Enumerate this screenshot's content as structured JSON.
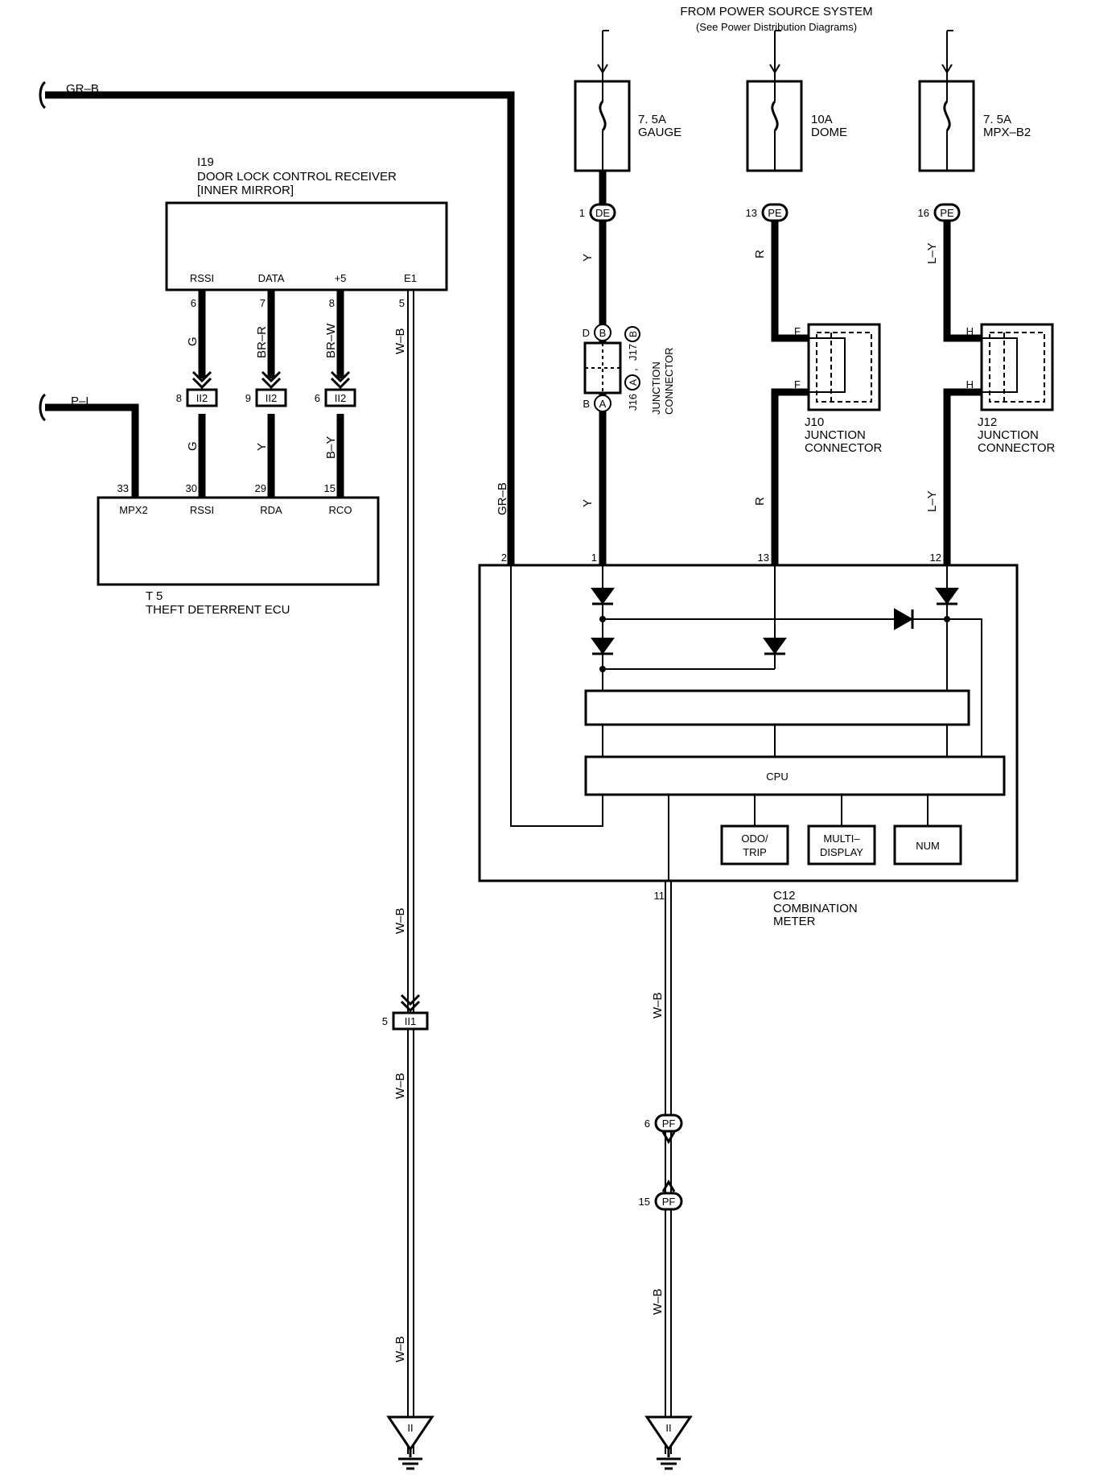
{
  "header": {
    "line1": "FROM POWER SOURCE SYSTEM",
    "line2": "(See Power Distribution Diagrams)"
  },
  "fuses": [
    {
      "amp": "7. 5A",
      "name": "GAUGE"
    },
    {
      "amp": "10A",
      "name": "DOME"
    },
    {
      "amp": "7. 5A",
      "name": "MPX–B2"
    }
  ],
  "fuse_connectors": [
    {
      "pin": "1",
      "code": "DE"
    },
    {
      "pin": "13",
      "code": "PE"
    },
    {
      "pin": "16",
      "code": "PE"
    }
  ],
  "wires": {
    "grb": "GR–B",
    "pl": "P–L",
    "y": "Y",
    "r": "R",
    "ly": "L–Y",
    "g": "G",
    "brr": "BR–R",
    "brw": "BR–W",
    "by": "B–Y",
    "wb": "W–B"
  },
  "receiver": {
    "code": "I19",
    "name": "DOOR LOCK CONTROL RECEIVER",
    "sub": "[INNER MIRROR]",
    "terminals": [
      {
        "name": "RSSI",
        "pin": "6"
      },
      {
        "name": "DATA",
        "pin": "7"
      },
      {
        "name": "+5",
        "pin": "8"
      },
      {
        "name": "E1",
        "pin": "5"
      }
    ]
  },
  "ii2_connectors": [
    {
      "pin": "8",
      "code": "II2"
    },
    {
      "pin": "9",
      "code": "II2"
    },
    {
      "pin": "6",
      "code": "II2"
    }
  ],
  "ecu": {
    "code": "T 5",
    "name": "THEFT DETERRENT ECU",
    "terminals": [
      {
        "name": "MPX2",
        "pin": "33"
      },
      {
        "name": "RSSI",
        "pin": "30"
      },
      {
        "name": "RDA",
        "pin": "29"
      },
      {
        "name": "RCO",
        "pin": "15"
      }
    ]
  },
  "j16j17": {
    "top_pin": "D",
    "top_letter": "B",
    "bottom_pin": "B",
    "bottom_letter": "A",
    "code_a": "J16",
    "code_b": "J17",
    "sep": ",",
    "line1": "JUNCTION",
    "line2": "CONNECTOR"
  },
  "j10": {
    "code": "J10",
    "line1": "JUNCTION",
    "line2": "CONNECTOR",
    "pin_top": "F",
    "pin_bottom": "F"
  },
  "j12": {
    "code": "J12",
    "line1": "JUNCTION",
    "line2": "CONNECTOR",
    "pin_top": "H",
    "pin_bottom": "H"
  },
  "meter": {
    "code": "C12",
    "line1": "COMBINATION",
    "line2": "METER",
    "pin_grb": "2",
    "pin_y": "1",
    "pin_r": "13",
    "pin_ly": "12",
    "pin_wb": "11",
    "cpu": "CPU",
    "odo1": "ODO/",
    "odo2": "TRIP",
    "multi1": "MULTI–",
    "multi2": "DISPLAY",
    "num": "NUM"
  },
  "ii1": {
    "pin": "5",
    "code": "II1"
  },
  "pf_connectors": [
    {
      "pin": "6",
      "code": "PF"
    },
    {
      "pin": "15",
      "code": "PF"
    }
  ],
  "grounds": [
    "II",
    "II"
  ]
}
